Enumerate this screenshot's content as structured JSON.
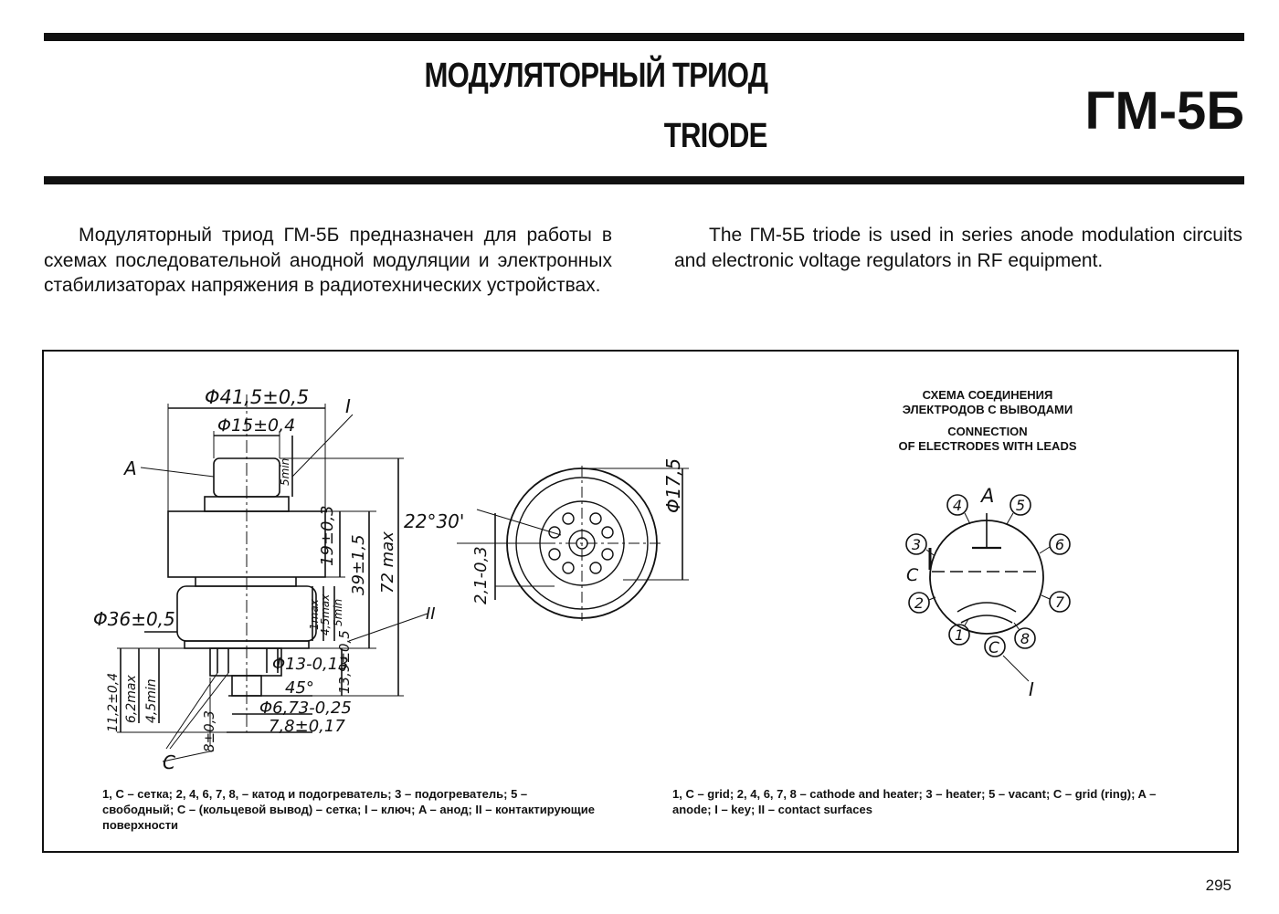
{
  "header": {
    "title_ru": "МОДУЛЯТОРНЫЙ ТРИОД",
    "title_en": "TRIODE",
    "model": "ГМ-5Б"
  },
  "description": {
    "ru": "Модуляторный триод ГМ-5Б предназначен для работы в схемах последовательной анодной модуляции и электронных стабилизаторах напряжения в радиотехнических устройствах.",
    "en": "The ГМ-5Б triode is used in series anode modulation circuits and electronic voltage regulators in RF equipment."
  },
  "drawing": {
    "dim_d41": "Φ41,5±0,5",
    "dim_d15": "Φ15±0,4",
    "dim_d36": "Φ36±0,5",
    "dim_d13": "Φ13-0,13",
    "dim_d673": "Φ6,73-0,25",
    "dim_78": "7,8±0,17",
    "dim_45": "45°",
    "dim_19": "19±0,3",
    "dim_39": "39±1,5",
    "dim_72": "72 max",
    "dim_139": "13,9±0,5",
    "dim_5min_top": "5min",
    "dim_1max": "1max",
    "dim_45max": "4,5max",
    "dim_5min_mid": "5min",
    "dim_112": "11,2±0,4",
    "dim_62": "6,2max",
    "dim_45min": "4,5min",
    "dim_8": "8±0,3",
    "label_A": "A",
    "label_C": "C",
    "label_I": "I",
    "label_II": "II",
    "dim_2230": "22°30'",
    "dim_21": "2,1-0,3",
    "dim_d175": "Φ17,5"
  },
  "schema": {
    "title_ru_1": "СХЕМА СОЕДИНЕНИЯ",
    "title_ru_2": "ЭЛЕКТРОДОВ С ВЫВОДАМИ",
    "title_en_1": "CONNECTION",
    "title_en_2": "OF ELECTRODES WITH LEADS",
    "pin_A": "A",
    "pin_C_left": "C",
    "pin_C_bottom": "C",
    "pin_I": "I",
    "pins": [
      "1",
      "2",
      "3",
      "4",
      "5",
      "6",
      "7",
      "8"
    ]
  },
  "captions": {
    "ru": "1, C – сетка; 2, 4, 6, 7, 8, – катод и подогреватель; 3 – подогреватель; 5 – свободный; C – (кольцевой вывод) – сетка; I – ключ; A – анод; II – контактирующие поверхности",
    "en": "1, C – grid; 2, 4, 6, 7, 8 – cathode and heater; 3 – heater; 5 – vacant; C – grid (ring); A – anode; I – key; II – contact surfaces"
  },
  "page_number": "295"
}
